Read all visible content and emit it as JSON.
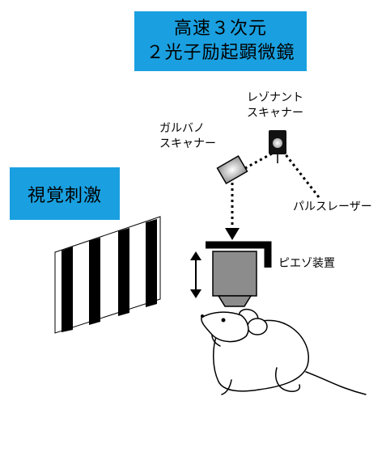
{
  "title": {
    "line1": "高速３次元",
    "line2": "２光子励起顕微鏡"
  },
  "labels": {
    "visual_stimulus": "視覚刺激",
    "resonant_scanner_line1": "レゾナント",
    "resonant_scanner_line2": "スキャナー",
    "galvo_scanner_line1": "ガルバノ",
    "galvo_scanner_line2": "スキャナー",
    "pulse_laser": "パルスレーザー",
    "piezo_device": "ピエゾ装置"
  },
  "colors": {
    "accent_box": "#1aa0e0",
    "objective_gray": "#8c8c8c"
  }
}
